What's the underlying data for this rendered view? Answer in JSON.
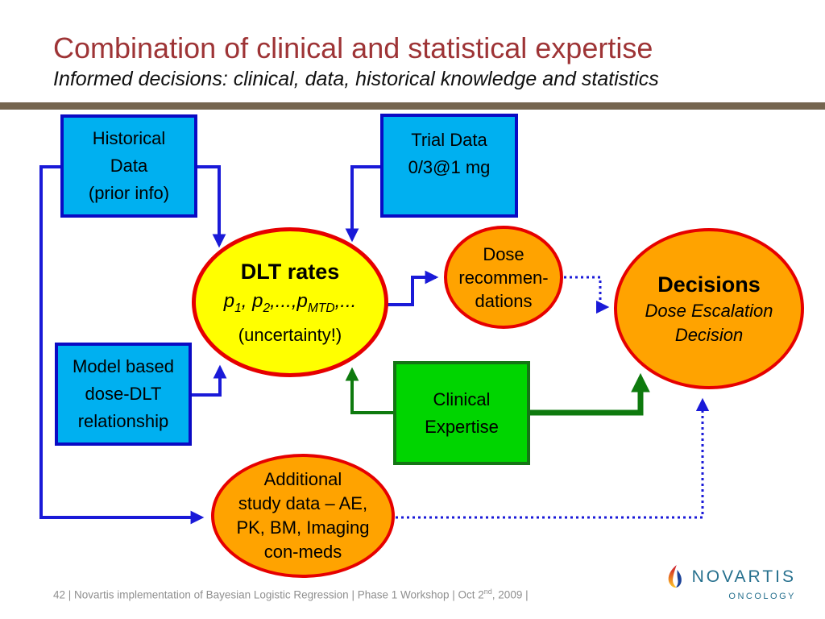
{
  "slide": {
    "title": "Combination of clinical and statistical expertise",
    "subtitle": "Informed decisions: clinical, data, historical knowledge and statistics",
    "footer": {
      "left": "42 | Novartis implementation of Bayesian Logistic Regression | Phase 1 Workshop | Oct 2",
      "sup": "nd",
      "right": ", 2009 |"
    },
    "logo": {
      "brand": "NOVARTIS",
      "division": "ONCOLOGY"
    }
  },
  "nodes": {
    "historical": {
      "lines": [
        "Historical",
        "Data",
        "(prior info)"
      ]
    },
    "trial": {
      "lines": [
        "Trial Data",
        "0/3@1 mg"
      ]
    },
    "model": {
      "lines": [
        "Model based",
        "dose-DLT",
        "relationship"
      ]
    },
    "clinical": {
      "lines": [
        "Clinical",
        "Expertise"
      ]
    },
    "dlt": {
      "title": "DLT rates",
      "formula": {
        "t1": "p",
        "s1": "1",
        "t2": ", p",
        "s2": "2",
        "t3": ",...,p",
        "s3": "MTD",
        "t4": ",..."
      },
      "note": "(uncertainty!)"
    },
    "dose": {
      "lines": [
        "Dose",
        "recommen-",
        "dations"
      ]
    },
    "decisions": {
      "title": "Decisions",
      "sub1": "Dose Escalation",
      "sub2": "Decision"
    },
    "additional": {
      "lines": [
        "Additional",
        "study data – AE,",
        "PK, BM, Imaging",
        "con-meds"
      ]
    }
  },
  "connectors": [
    {
      "from": "historical-data",
      "to": "dlt-rates",
      "style": "solid",
      "color": "#1A1AD8"
    },
    {
      "from": "trial-data",
      "to": "dlt-rates",
      "style": "solid",
      "color": "#1A1AD8"
    },
    {
      "from": "historical-data",
      "to": "additional-study-data",
      "style": "solid",
      "color": "#1A1AD8"
    },
    {
      "from": "model-based-dose-dlt",
      "to": "dlt-rates",
      "style": "solid",
      "color": "#1A1AD8"
    },
    {
      "from": "dlt-rates",
      "to": "dose-recommendations",
      "style": "solid",
      "color": "#1A1AD8"
    },
    {
      "from": "dose-recommendations",
      "to": "decisions",
      "style": "dotted",
      "color": "#1A1AD8"
    },
    {
      "from": "clinical-expertise",
      "to": "dlt-rates",
      "style": "solid",
      "color": "#157515"
    },
    {
      "from": "clinical-expertise",
      "to": "decisions",
      "style": "solid-thick",
      "color": "#0E7A0E"
    },
    {
      "from": "additional-study-data",
      "to": "decisions",
      "style": "dotted",
      "color": "#1A1AD8"
    }
  ],
  "colors": {
    "title": "#9E3436",
    "divider": "#75654F",
    "box_fill": "#00B0F0",
    "box_border": "#0A0AC4",
    "ellipse_border": "#E60000",
    "yellow_fill": "#FFFF00",
    "orange_fill": "#FFA300",
    "green_fill": "#00D500",
    "arrow_blue": "#1A1AD8",
    "arrow_green": "#0E7A0E",
    "footer_text": "#8F8F8F",
    "logo_teal": "#26708E"
  }
}
